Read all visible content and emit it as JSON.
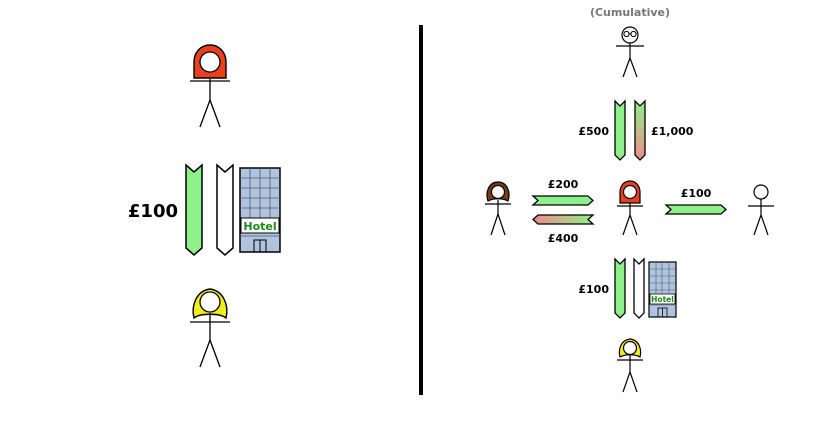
{
  "colors": {
    "red_head": "#e8401c",
    "yellow_head": "#f2ec1a",
    "brown_head": "#7a3a12",
    "arrow_green": "#8df08a",
    "arrow_red": "#f08a8a",
    "building_blue": "#b0c4de",
    "hotel_sign_text": "#1a8a1a",
    "caption_grey": "#777777"
  },
  "left_panel": {
    "amount": "£100",
    "hotel_sign": "Hotel"
  },
  "right_panel": {
    "caption": "(Cumulative)",
    "amount_top_green": "£500",
    "amount_top_mixed": "£1,000",
    "amount_left_top": "£200",
    "amount_left_bottom": "£400",
    "amount_right": "£100",
    "amount_bottom": "£100",
    "hotel_sign": "Hotel"
  }
}
